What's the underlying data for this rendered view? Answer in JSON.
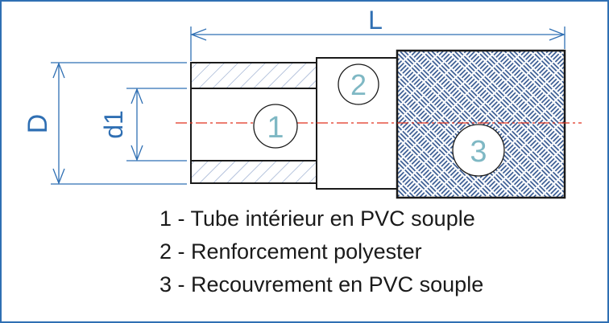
{
  "dimensions": {
    "length": "L",
    "outer_diameter": "D",
    "inner_diameter": "d1"
  },
  "parts": [
    {
      "number": "1"
    },
    {
      "number": "2"
    },
    {
      "number": "3"
    }
  ],
  "legend": [
    "1 - Tube intérieur en PVC souple",
    "2 - Renforcement polyester",
    "3 - Recouvrement en PVC souple"
  ],
  "colors": {
    "frame": "#2f6fb3",
    "dimension_lines": "#2f6fb3",
    "braid": "#2a4f8a",
    "hatch": "#8aa0c8",
    "axis": "#e0301e",
    "part_numbers": "#7fb8c4"
  }
}
